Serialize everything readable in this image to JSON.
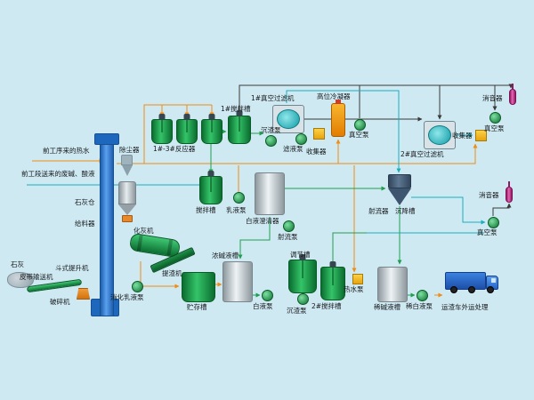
{
  "colors": {
    "background": "#cfe9f3",
    "pipe_orange": "#ef8c12",
    "pipe_black": "#3a3a3a",
    "pipe_green": "#1f9e4e",
    "pipe_teal": "#17b0bc",
    "tank_green": "#0b6d30",
    "tank_green_light": "#34c468",
    "steel": "#8d989e",
    "steel_light": "#eef3f5",
    "pump_yellow": "#e9a40c",
    "elevator_blue": "#1d67bd",
    "silencer_magenta": "#e667b0",
    "settler_navy": "#3e5570",
    "truck_blue": "#1d4fa8",
    "condenser_orange": "#e27d02"
  },
  "labels": {
    "hot_water": "前工序来的热水",
    "waste_liquor": "前工段送来的废碱、酸液",
    "lime": "石灰",
    "belt_conveyor": "皮带输送机",
    "crusher": "破碎机",
    "bucket_elevator": "斗式提升机",
    "dust_collector": "除尘器",
    "lime_silo": "石灰仓",
    "feeder": "给料器",
    "lime_slaker": "化灰机",
    "slag_extractor": "提渣机",
    "digestion_emulsion_pump": "消化乳液泵",
    "storage_tank": "贮存槽",
    "reactors": "1#-3#反应器",
    "mixing_tank_1": "1#搅拌槽",
    "sediment_pump_1": "沉渣泵",
    "vacuum_filter_1": "1#真空过滤机",
    "filtrate_pump": "滤液泵",
    "collector_1": "收集器",
    "high_level_condenser": "高位冷凝器",
    "vacuum_pump_1": "真空泵",
    "vacuum_filter_2": "2#真空过滤机",
    "collector_2": "收集器",
    "vacuum_pump_2": "真空泵",
    "muffler_1": "消音器",
    "muffler_2": "消音器",
    "vacuum_pump_3": "真空泵",
    "mixing_tank": "搅拌槽",
    "emulsion_pump": "乳液泵",
    "white_liquor_clarifier": "白液澄清器",
    "jet_pump": "射流泵",
    "jet_device": "射流器",
    "settling_tank": "沉降槽",
    "strong_alkali_tank": "浓碱液槽",
    "regulating_tank": "调节槽",
    "white_liquor_pump": "白液泵",
    "sediment_pump_2": "沉渣泵",
    "mixing_tank_2": "2#搅拌槽",
    "hot_water_pump": "热水泵",
    "dilute_alkali_tank": "稀碱液槽",
    "dilute_white_liquor_pump": "稀白液泵",
    "slag_truck": "运渣车外运处理"
  }
}
